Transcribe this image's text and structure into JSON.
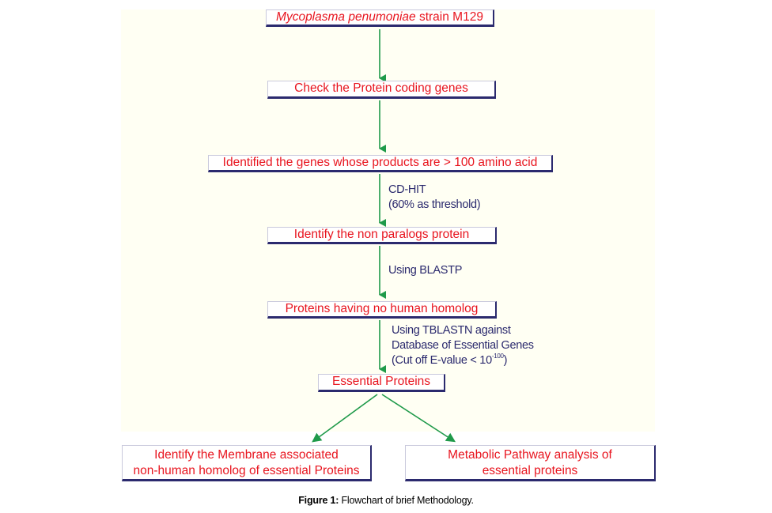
{
  "colors": {
    "box_text": "#e8141e",
    "note_text": "#2b2a6e",
    "arrow": "#1f9a4a",
    "box_shadow": "#2b2a6e",
    "panel_bg": "#fffff3"
  },
  "nodes": {
    "n1": {
      "italic": "Mycoplasma penumoniae",
      "text": " strain M129"
    },
    "n2": {
      "text": "Check the Protein coding genes"
    },
    "n3": {
      "text": "Identified the genes whose products are > 100 amino acid"
    },
    "n4": {
      "text": "Identify the non paralogs protein"
    },
    "n5": {
      "text": "Proteins having no human homolog"
    },
    "n6": {
      "text": "Essential Proteins"
    },
    "n7": {
      "line1": "Identify the Membrane associated",
      "line2": "non-human homolog of essential Proteins"
    },
    "n8": {
      "line1": "Metabolic Pathway analysis of",
      "line2": "essential proteins"
    }
  },
  "edge_labels": {
    "cdhit": {
      "line1": "CD-HIT",
      "line2": "(60% as threshold)"
    },
    "blastp": {
      "line1": "Using BLASTP"
    },
    "tblastn": {
      "line1": "Using TBLASTN against",
      "line2": "Database of Essential Genes",
      "line3_prefix": "(Cut off E-value < 10",
      "line3_sup": "-100",
      "line3_suffix": ")"
    }
  },
  "caption": {
    "label": "Figure 1:",
    "text": " Flowchart of brief Methodology."
  }
}
